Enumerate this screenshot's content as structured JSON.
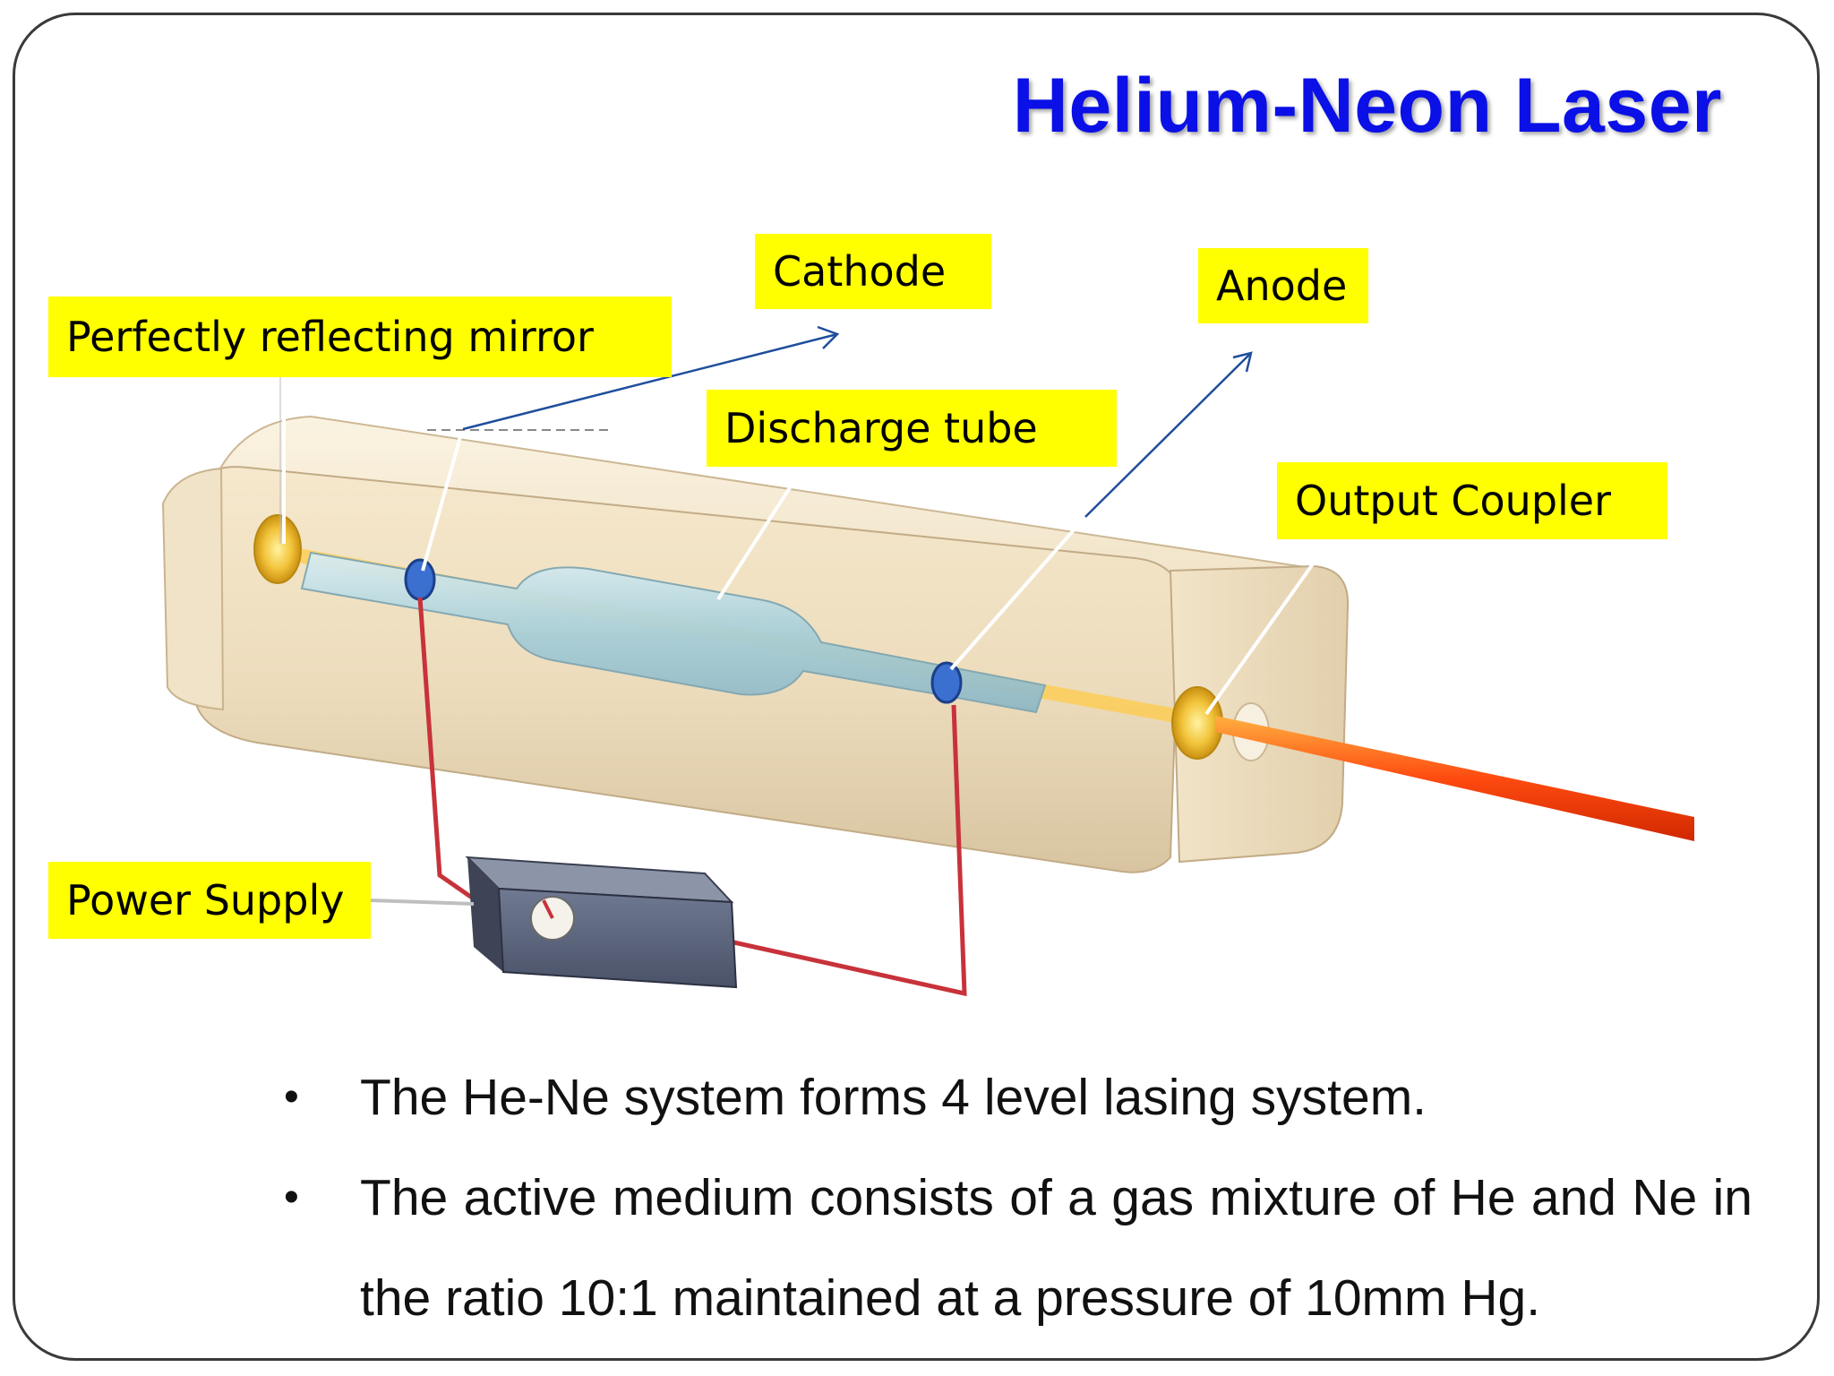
{
  "title": "Helium-Neon Laser",
  "labels": {
    "mirror": "Perfectly reflecting mirror",
    "cathode": "Cathode",
    "anode": "Anode",
    "discharge_tube": "Discharge tube",
    "output_coupler": "Output Coupler",
    "power_supply": "Power Supply"
  },
  "bullets": [
    "The He-Ne system forms 4 level lasing system.",
    "The active medium consists of a gas mixture of He and Ne in the ratio 10:1 maintained at a pressure of 10mm Hg."
  ],
  "colors": {
    "title": "#0a10e6",
    "label_bg": "#ffff00",
    "housing": "#efdfc0",
    "laser_beam": "#ff5a14",
    "wire": "#c8323a",
    "pointer_arrow": "#1f4e9c"
  }
}
